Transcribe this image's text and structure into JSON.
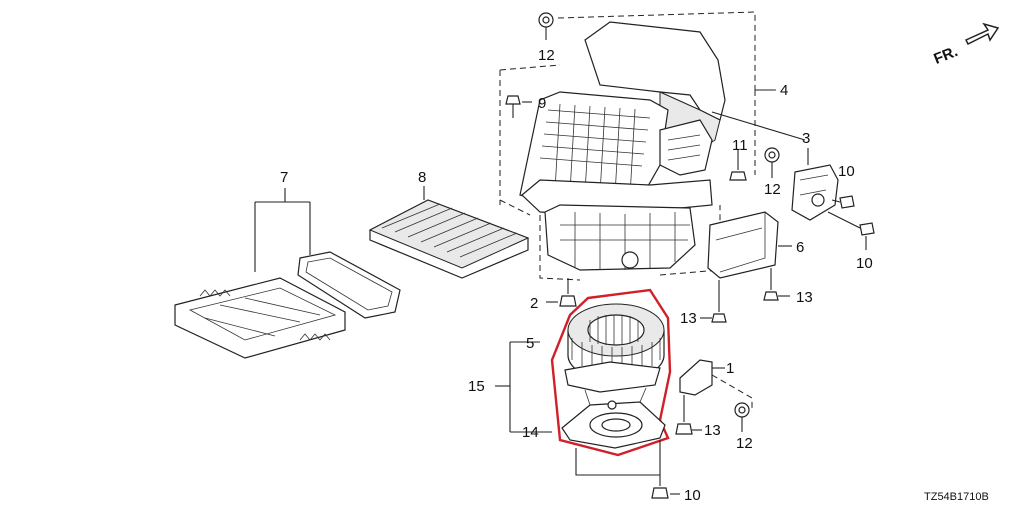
{
  "diagram": {
    "orientation_label": "FR.",
    "drawing_code": "TZ54B1710B",
    "highlight_color": "#d0202a",
    "line_color": "#222222",
    "callouts": {
      "c1": "1",
      "c2": "2",
      "c3": "3",
      "c4": "4",
      "c5": "5",
      "c6": "6",
      "c7": "7",
      "c8": "8",
      "c9": "9",
      "c10a": "10",
      "c10b": "10",
      "c10c": "10",
      "c11": "11",
      "c12a": "12",
      "c12b": "12",
      "c12c": "12",
      "c13a": "13",
      "c13b": "13",
      "c13c": "13",
      "c14": "14",
      "c15": "15"
    }
  }
}
